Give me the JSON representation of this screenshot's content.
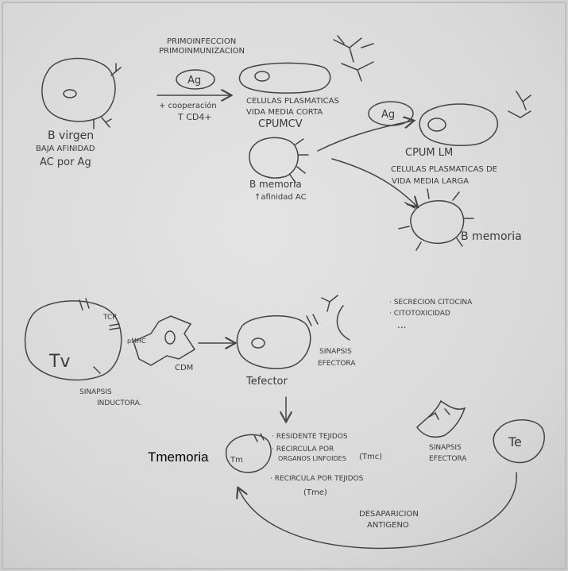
{
  "b_cell_section": {
    "b_virgen": "B virgen",
    "baja_afinidad": "BAJA AFINIDAD",
    "ac_por_ag": "AC por Ag",
    "primoinfeccion": "PRIMOINFECCION",
    "primoinmunizacion": "PRIMOINMUNIZACION",
    "ag": "Ag",
    "cooperacion": "+ cooperación",
    "t_cd4": "T CD4+",
    "celulas_plasmaticas": "CELULAS PLASMATICAS",
    "vida_media_corta": "VIDA MEDIA CORTA",
    "cpumcv": "CPUMCV",
    "b_memoria": "B memoria",
    "afinidad_ac": "↑afinidad AC",
    "ag_2": "Ag",
    "cpum_lm": "CPUM LM",
    "celulas_plasmaticas_de": "CELULAS PLASMATICAS DE",
    "vida_media_larga": "VIDA MEDIA LARGA",
    "b_memoria_2": "B memoria"
  },
  "t_cell_section": {
    "tcr": "TCR",
    "pmhc": "pMHC",
    "tv": "Tv",
    "cdm": "CDM",
    "tefector": "Tefector",
    "sinapsis_efectora": "SINAPSIS",
    "efectora": "EFECTORA",
    "secrecion": "· SECRECION CITOCINA",
    "citotoxicidad": "· CITOTOXICIDAD",
    "dots": "...",
    "sinapsis_inductora": "SINAPSIS",
    "inductora": "INDUCTORA.",
    "tmemoria": "Tmemoria",
    "tm_label": "Tm",
    "residente": "· RESIDENTE TEJIDOS",
    "recircula_organos": "· RECIRCULA POR",
    "organos_linfoides": "ORGANOS LINFOIDES",
    "tmc": "(Tmc)",
    "recircula_tejidos": "· RECIRCULA POR TEJIDOS",
    "tme": "(Tme)",
    "sinapsis_2": "SINAPSIS",
    "efectora_2": "EFECTORA",
    "te": "Te",
    "desaparicion": "DESAPARICION",
    "antigeno": "ANTIGENO"
  }
}
